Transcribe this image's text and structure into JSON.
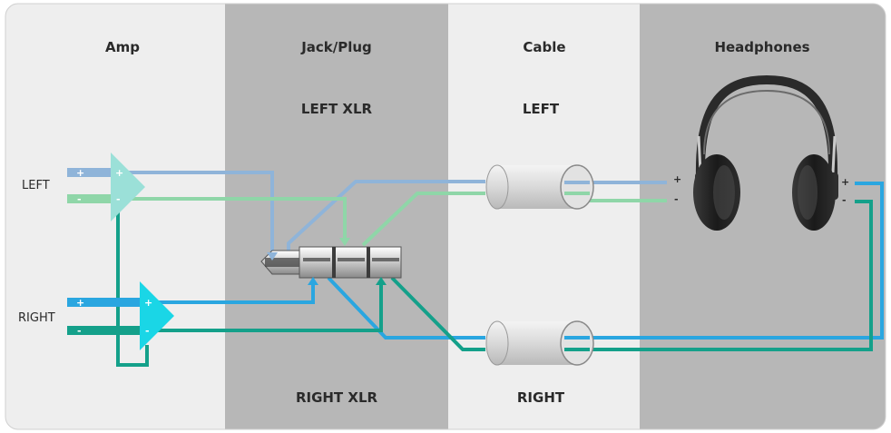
{
  "columns": {
    "amp": "Amp",
    "jack": "Jack/Plug",
    "cable": "Cable",
    "headphones": "Headphones"
  },
  "labels": {
    "left_xlr": "LEFT XLR",
    "right_xlr": "RIGHT XLR",
    "cable_left": "LEFT",
    "cable_right": "RIGHT",
    "amp_left": "LEFT",
    "amp_right": "RIGHT"
  },
  "signs": {
    "plus": "+",
    "minus": "-"
  },
  "colors": {
    "left_plus": "#8fb4d9",
    "left_minus": "#8fd6a8",
    "right_plus": "#2aa6e0",
    "right_minus": "#14a08a",
    "amp_left_triangle": "#9be0d8",
    "amp_right_triangle": "#1ad6e6",
    "column_light": "#eeeeee",
    "column_dark": "#b7b7b7"
  }
}
